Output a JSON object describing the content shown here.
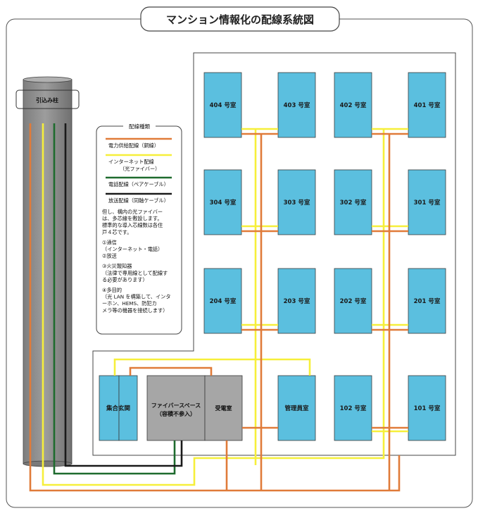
{
  "title": "マンション情報化の配線系統図",
  "pole_label": "引込み柱",
  "legend": {
    "heading": "配線種類",
    "items": [
      {
        "label_lines": [
          "電力供給配線（銅線）"
        ],
        "color": "#e07b39"
      },
      {
        "label_lines": [
          "インターネット配線",
          "（光ファイバー）"
        ],
        "color": "#f6ef3a"
      },
      {
        "label_lines": [
          "電話配線（ペアケーブル）"
        ],
        "color": "#1e6b2e"
      },
      {
        "label_lines": [
          "放送配線（同軸ケーブル）"
        ],
        "color": "#1a1a1a"
      }
    ],
    "note_lines": [
      "但し、構内の光ファイバー",
      "は、多芯線を敷設します。",
      "標準的な導入芯線数は各住",
      "戸４芯です。",
      "",
      "①通信",
      "（インターネット・電話）",
      "②放送",
      "",
      "③火災報知器",
      "（法律で専用線として配線す",
      "る必要があります）",
      "",
      "④多目的",
      "（光 LAN を構築して、インタ",
      "ーホン、HEMS、防犯カ",
      "メラ等の機器を接続します）"
    ]
  },
  "rooms": {
    "r404": "404 号室",
    "r403": "403 号室",
    "r402": "402 号室",
    "r401": "401 号室",
    "r304": "304 号室",
    "r303": "303 号室",
    "r302": "302 号室",
    "r301": "301 号室",
    "r204": "204 号室",
    "r203": "203 号室",
    "r202": "202 号室",
    "r201": "201 号室",
    "manager": "管理員室",
    "r102": "102 号室",
    "r101": "101 号室"
  },
  "entrance": "集合玄関",
  "fiber_space_lines": [
    "ファイバースペース",
    "（容積不参入）"
  ],
  "power_room": "受電室",
  "colors": {
    "power": "#e07b39",
    "internet": "#f6ef3a",
    "phone": "#1e6b2e",
    "broadcast": "#1a1a1a",
    "room_fill": "#5bbfdf",
    "facility_fill": "#a6a6a6"
  }
}
